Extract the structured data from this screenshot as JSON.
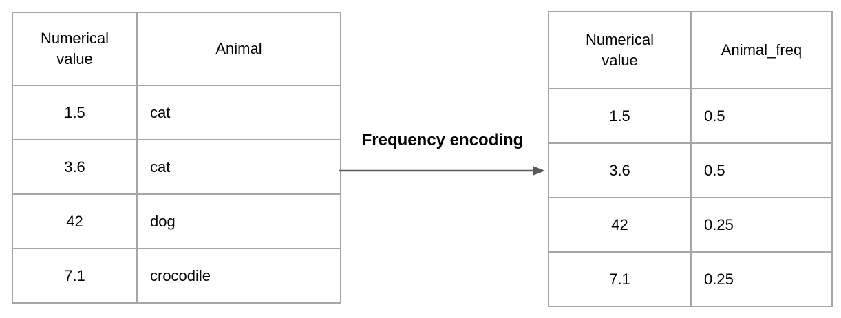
{
  "canvas": {
    "background": "#ffffff",
    "border_color": "#a6a6a6",
    "arrow_color": "#595959",
    "text_color": "#000000"
  },
  "transform": {
    "label": "Frequency encoding"
  },
  "left_table": {
    "headers": [
      "Numerical value",
      "Animal"
    ],
    "rows": [
      [
        "1.5",
        "cat"
      ],
      [
        "3.6",
        "cat"
      ],
      [
        "42",
        "dog"
      ],
      [
        "7.1",
        "crocodile"
      ]
    ]
  },
  "right_table": {
    "headers": [
      "Numerical value",
      "Animal_freq"
    ],
    "rows": [
      [
        "1.5",
        "0.5"
      ],
      [
        "3.6",
        "0.5"
      ],
      [
        "42",
        "0.25"
      ],
      [
        "7.1",
        "0.25"
      ]
    ]
  }
}
